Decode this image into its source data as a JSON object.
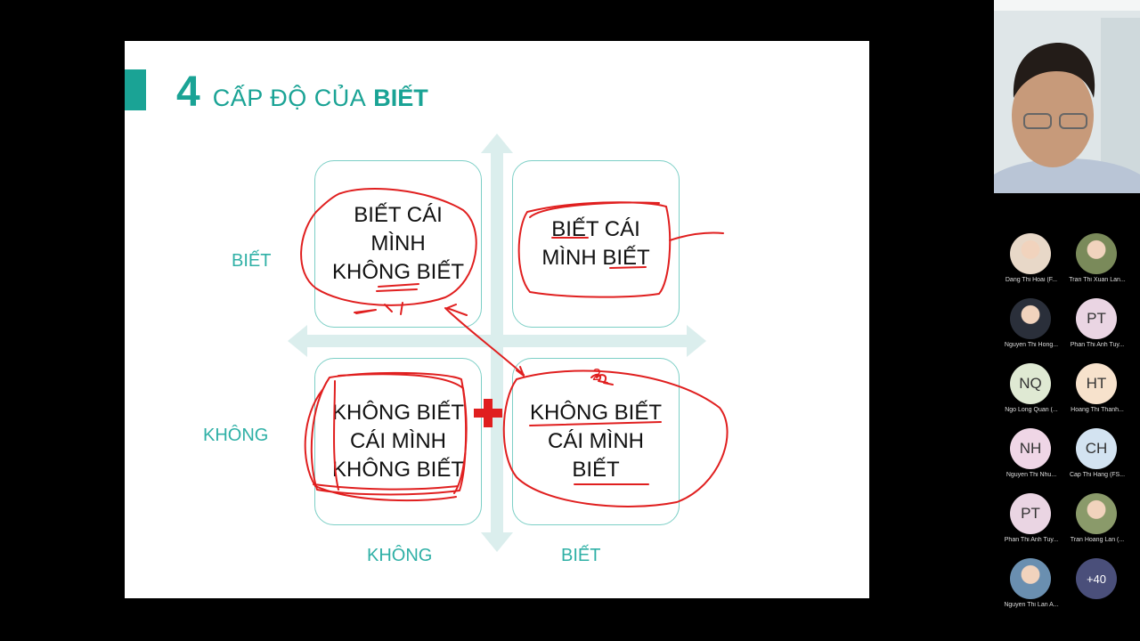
{
  "slide": {
    "title_number": "4",
    "title_text": "CẤP ĐỘ CỦA",
    "title_bold": "BIẾT",
    "axis": {
      "left_top": "BIẾT",
      "left_bottom": "KHÔNG",
      "bottom_left": "KHÔNG",
      "bottom_right": "BIẾT"
    },
    "quadrants": {
      "top_left": [
        "BIẾT CÁI",
        "MÌNH",
        "KHÔNG BIẾT"
      ],
      "top_right": [
        "BIẾT CÁI",
        "MÌNH BIẾT"
      ],
      "bottom_left": [
        "KHÔNG BIẾT",
        "CÁI MÌNH",
        "KHÔNG BIẾT"
      ],
      "bottom_right": [
        "KHÔNG BIẾT",
        "CÁI MÌNH",
        "BIẾT"
      ]
    },
    "annotation_number": "2",
    "colors": {
      "accent": "#1aa395",
      "ink": "#e01f1f",
      "axis": "#dbeeed"
    }
  },
  "participants": [
    {
      "name": "Dang Thi Hoai (F...",
      "initials": "",
      "photo": true,
      "color": "#e8d8c8"
    },
    {
      "name": "Tran Thi Xuan Lan...",
      "initials": "",
      "photo": true,
      "color": "#7a8a5a"
    },
    {
      "name": "Nguyen Thi Hong...",
      "initials": "",
      "photo": true,
      "color": "#2a2f3a"
    },
    {
      "name": "Phan Thi Anh Tuy...",
      "initials": "PT",
      "photo": false,
      "color": "#ead5e3"
    },
    {
      "name": "Ngo Long Quan (...",
      "initials": "NQ",
      "photo": false,
      "color": "#dfe9d3"
    },
    {
      "name": "Hoang Thi Thanh...",
      "initials": "HT",
      "photo": false,
      "color": "#f7e2cc"
    },
    {
      "name": "Nguyen Thi Nhu...",
      "initials": "NH",
      "photo": false,
      "color": "#efd6e6"
    },
    {
      "name": "Cap Thi Hang (FS...",
      "initials": "CH",
      "photo": false,
      "color": "#d3e3f1"
    },
    {
      "name": "Phan Thi Anh Tuy...",
      "initials": "PT",
      "photo": false,
      "color": "#ead5e3"
    },
    {
      "name": "Tran Hoang Lan (...",
      "initials": "",
      "photo": true,
      "color": "#8a9a6a"
    },
    {
      "name": "Nguyen Thi Lan A...",
      "initials": "",
      "photo": true,
      "color": "#6a8fb0"
    },
    {
      "name": "",
      "initials": "+40",
      "photo": false,
      "color": "#4a4f7a"
    }
  ]
}
